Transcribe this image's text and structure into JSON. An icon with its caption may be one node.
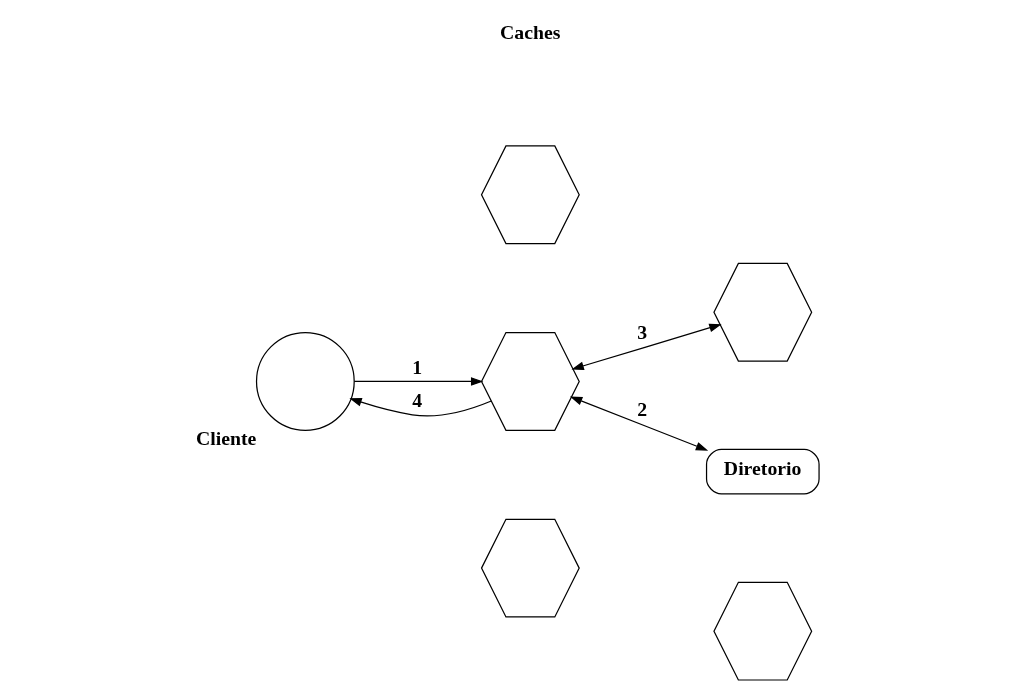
{
  "diagram": {
    "nodes": [
      {
        "text": [
          "Cliente"
        ]
      },
      {
        "text": [],
        "shape": "hexagon"
      },
      {
        "text": [],
        "shape": "hexagon"
      },
      {
        "text": [],
        "shape": "hexagon"
      },
      {
        "text": [
          "Diretorio"
        ]
      },
      {
        "text": [],
        "shape": "hexagon"
      },
      {
        "text": [],
        "shape": "hexagon"
      }
    ],
    "edges": [
      {
        "from": 0,
        "to": 3,
        "arrow": "to",
        "label": "1"
      },
      {
        "from": 3,
        "to": 0,
        "arrow": "to",
        "label": "4"
      },
      {
        "from": 3,
        "to": 4,
        "arrow": "both",
        "label": "2"
      },
      {
        "from": 3,
        "to": 2,
        "arrow": "both",
        "label": "3"
      }
    ],
    "labels": [
      "Caches"
    ]
  }
}
